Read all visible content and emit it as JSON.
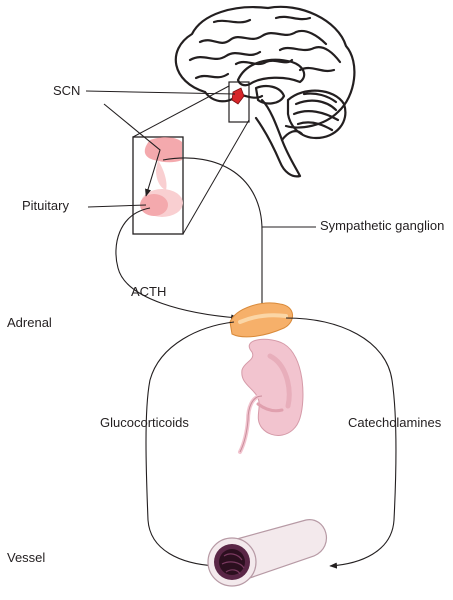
{
  "labels": {
    "scn": "SCN",
    "pituitary": "Pituitary",
    "acth": "ACTH",
    "sympathetic": "Sympathetic ganglion",
    "adrenal": "Adrenal",
    "glucocorticoids": "Glucocorticoids",
    "catecholamines": "Catecholamines",
    "vessel": "Vessel"
  },
  "colors": {
    "line": "#231f20",
    "scn_marker": "#d7262a",
    "pituitary_pink": "#f4a9ad",
    "pituitary_light": "#f9cfd1",
    "adrenal_orange": "#f6b06a",
    "adrenal_light": "#fbd6a6",
    "kidney_pink": "#f2c4cf",
    "kidney_shade": "#e8aebb",
    "vessel_wall": "#5a2646",
    "vessel_lumen": "#2c0f1f",
    "vessel_outer": "#f3e9ec"
  },
  "icons": [
    "brain-sagittal-drawing",
    "pituitary-inset",
    "adrenal-gland",
    "kidney",
    "blood-vessel"
  ]
}
